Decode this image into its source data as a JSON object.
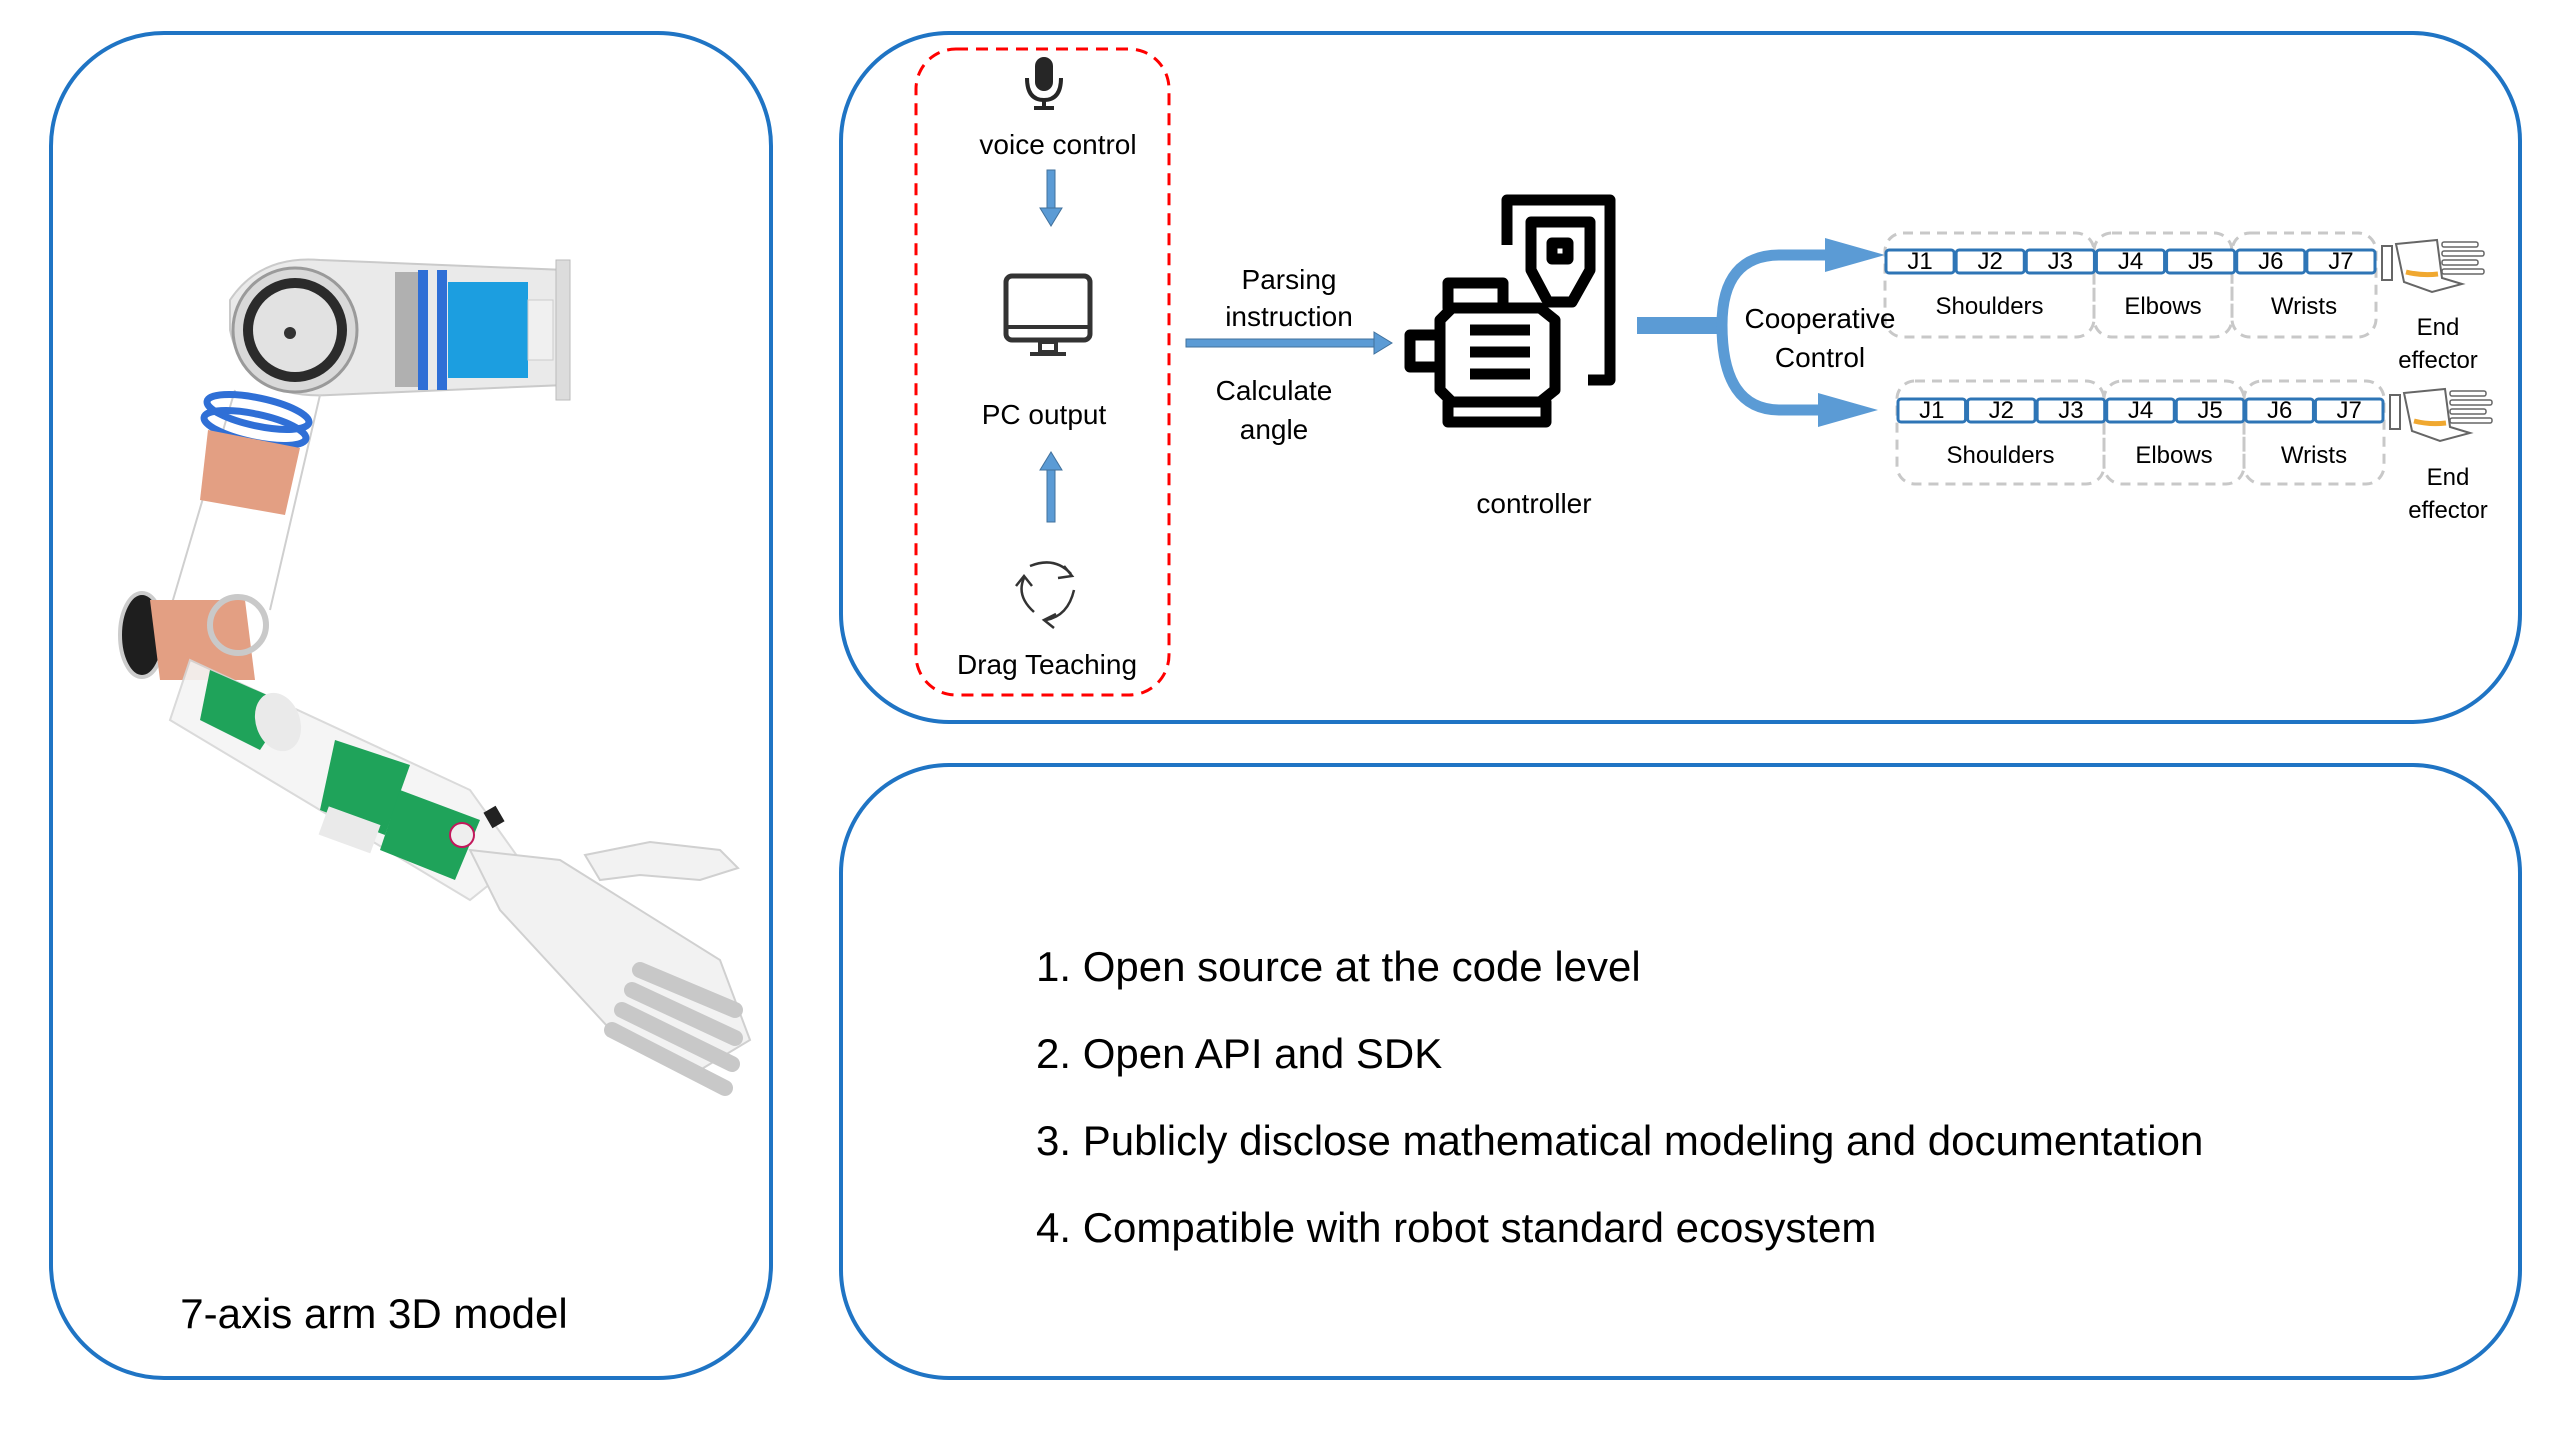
{
  "left_panel": {
    "caption": "7-axis arm 3D model",
    "image": "robotic-arm-3d-render"
  },
  "flow": {
    "input_group": {
      "items": [
        {
          "icon": "microphone-icon",
          "label": "voice control"
        },
        {
          "icon": "monitor-icon",
          "label": "PC output"
        },
        {
          "icon": "cycle-arrows-icon",
          "label": "Drag Teaching"
        }
      ]
    },
    "link_top_label_line1": "Parsing",
    "link_top_label_line2": "instruction",
    "link_bottom_label_line1": "Calculate",
    "link_bottom_label_line2": "angle",
    "controller": {
      "icon": "motor-controller-icon",
      "label": "controller"
    },
    "branch_label_line1": "Cooperative",
    "branch_label_line2": "Control",
    "arms": [
      {
        "joints": [
          "J1",
          "J2",
          "J3",
          "J4",
          "J5",
          "J6",
          "J7"
        ],
        "groups": [
          "Shoulders",
          "Elbows",
          "Wrists"
        ],
        "end_effector_line1": "End",
        "end_effector_line2": "effector"
      },
      {
        "joints": [
          "J1",
          "J2",
          "J3",
          "J4",
          "J5",
          "J6",
          "J7"
        ],
        "groups": [
          "Shoulders",
          "Elbows",
          "Wrists"
        ],
        "end_effector_line1": "End",
        "end_effector_line2": "effector"
      }
    ]
  },
  "features": [
    "1. Open source at the code level",
    "2. Open API and SDK",
    "3. Publicly disclose mathematical modeling and documentation",
    "4. Compatible with robot standard ecosystem"
  ],
  "colors": {
    "panel_border": "#1f74c4",
    "arrow": "#5b9bd5",
    "dashed_group": "#ff0000",
    "joint_border": "#2e75b6",
    "group_dash": "#c8c8c8",
    "icon": "#262626"
  }
}
